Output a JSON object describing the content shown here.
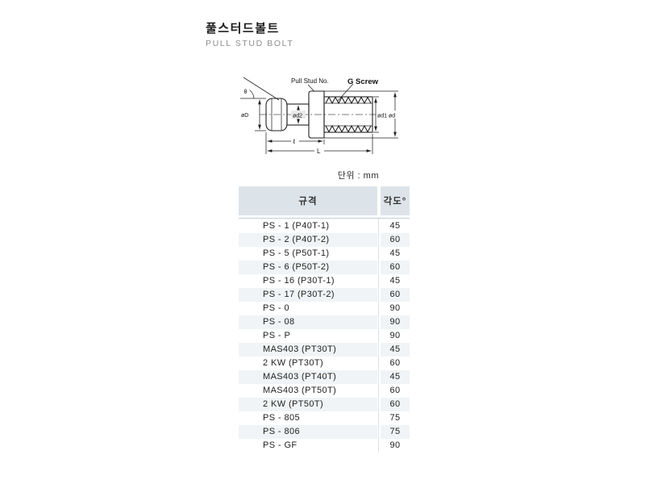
{
  "page": {
    "title": "풀스터드볼트",
    "subtitle": "PULL STUD BOLT",
    "unit_label": "단위 : mm"
  },
  "diagram": {
    "pull_stud_no_label": "Pull Stud No.",
    "g_screw_label": "G Screw",
    "theta_label": "θ",
    "dia_D_label": "øD",
    "dia_d2_label": "ød2",
    "dia_d1_label": "ød1",
    "dia_d_label": "ød",
    "length_label": "ℓ",
    "total_length_label": "L",
    "part_fill": "#e9e9e9",
    "line_color": "#222222"
  },
  "table": {
    "columns": [
      "규격",
      "각도°"
    ],
    "header_bg": "#dde4e9",
    "stripe_bg": "#f0f4f6",
    "rows": [
      {
        "spec": "PS - 1 (P40T-1)",
        "angle": "45"
      },
      {
        "spec": "PS - 2 (P40T-2)",
        "angle": "60"
      },
      {
        "spec": "PS - 5 (P50T-1)",
        "angle": "45"
      },
      {
        "spec": "PS - 6 (P50T-2)",
        "angle": "60"
      },
      {
        "spec": "PS - 16 (P30T-1)",
        "angle": "45"
      },
      {
        "spec": "PS - 17 (P30T-2)",
        "angle": "60"
      },
      {
        "spec": "PS - 0",
        "angle": "90"
      },
      {
        "spec": "PS - 08",
        "angle": "90"
      },
      {
        "spec": "PS - P",
        "angle": "90"
      },
      {
        "spec": "MAS403 (PT30T)",
        "angle": "45"
      },
      {
        "spec": "2 KW (PT30T)",
        "angle": "60"
      },
      {
        "spec": "MAS403 (PT40T)",
        "angle": "45"
      },
      {
        "spec": "MAS403 (PT50T)",
        "angle": "60"
      },
      {
        "spec": "2 KW (PT50T)",
        "angle": "60"
      },
      {
        "spec": "PS - 805",
        "angle": "75"
      },
      {
        "spec": "PS - 806",
        "angle": "75"
      },
      {
        "spec": "PS - GF",
        "angle": "90"
      }
    ]
  }
}
